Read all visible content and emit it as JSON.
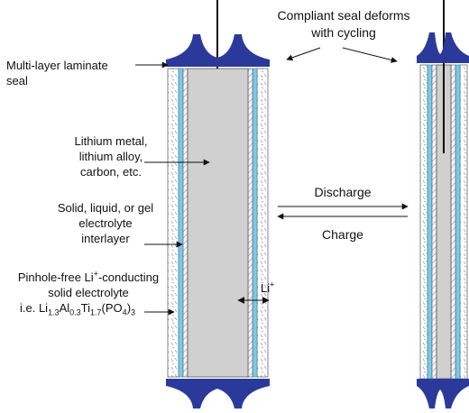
{
  "labels": {
    "compliant_seal": "Compliant seal deforms with cycling",
    "multilayer": "Multi-layer laminate seal",
    "lithium_metal": "Lithium metal, lithium alloy, carbon, etc.",
    "electrolyte_interlayer": "Solid, liquid, or gel electrolyte interlayer",
    "pinhole_line1": "Pinhole-free Li+-conducting",
    "pinhole_line2": "solid electrolyte",
    "formula_prefix": "i.e. Li",
    "formula_li_sub": "1.3",
    "formula_al": "Al",
    "formula_al_sub": "0.3",
    "formula_ti": "Ti",
    "formula_ti_sub": "1.7",
    "formula_po4": "(PO",
    "formula_po4_sub": "4",
    "formula_close": ")",
    "formula_close_sub": "3",
    "li_ion": "Li",
    "li_ion_sup": "+",
    "discharge": "Discharge",
    "charge": "Charge"
  },
  "colors": {
    "seal_blue": "#2b3a9a",
    "electrolyte_cyan": "#7cc8e8",
    "anode_gray": "#d0d0d0",
    "hatch_gray": "#7a7a7a",
    "arrow": "#111111"
  }
}
